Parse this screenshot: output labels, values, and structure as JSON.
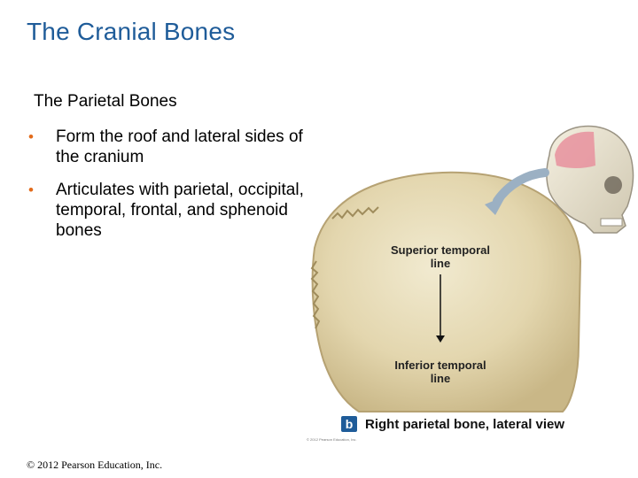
{
  "slide": {
    "title": "The Cranial Bones",
    "subtitle": "The Parietal Bones",
    "bullets": [
      {
        "text": "Form the roof and lateral sides of the cranium"
      },
      {
        "text": "Articulates with parietal, occipital, temporal, frontal, and sphenoid bones"
      }
    ],
    "accent_color": "#1f5c99",
    "bullet_color": "#e26b1b"
  },
  "figure": {
    "labels": {
      "superior": "Superior temporal line",
      "inferior": "Inferior temporal line"
    },
    "caption_letter": "b",
    "caption": "Right parietal bone, lateral view",
    "credit": "© 2012 Pearson Education, Inc."
  },
  "footer": {
    "copyright": "© 2012 Pearson Education, Inc."
  }
}
